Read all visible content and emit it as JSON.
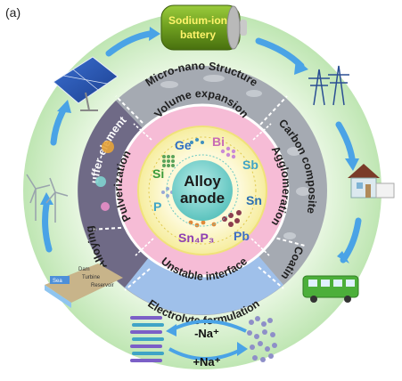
{
  "panel_label": "(a)",
  "center": {
    "line1": "Alloy",
    "line2": "anode"
  },
  "elements": [
    "Ge",
    "Bi",
    "Sb",
    "Sn",
    "Pb",
    "Sn₄P₃",
    "P",
    "Si"
  ],
  "pink_ring": {
    "top": "Volume expansion",
    "left": "Pulverization",
    "right": "Agglomeration",
    "bottom": "Unstable interface"
  },
  "gray_ring": {
    "top": "Micro-nano Structure",
    "upper_left": "Buffer-elements",
    "lower_left": "Alloying",
    "right": "Carbon composite",
    "lower_right": "Coating",
    "bottom": "Electrolyte formulation"
  },
  "battery": {
    "line1": "Sodium-ion",
    "line2": "battery"
  },
  "dam": {
    "dam": "Dam",
    "turbine": "Turbine",
    "reservoir": "Reservoir",
    "sea": "Sea"
  },
  "sodiation": {
    "desodiation": "-Na⁺",
    "sodiation": "+Na⁺"
  },
  "colors": {
    "outer_ring": "#d6f0cf",
    "gray_ring": "#9ea3ab",
    "pink_ring": "#f4b6d2",
    "inner_cream": "#fbf6c9",
    "center_teal": "#7fd3cf",
    "blue_band": "#9fc0ea",
    "arrow_blue": "#4aa3e6"
  }
}
